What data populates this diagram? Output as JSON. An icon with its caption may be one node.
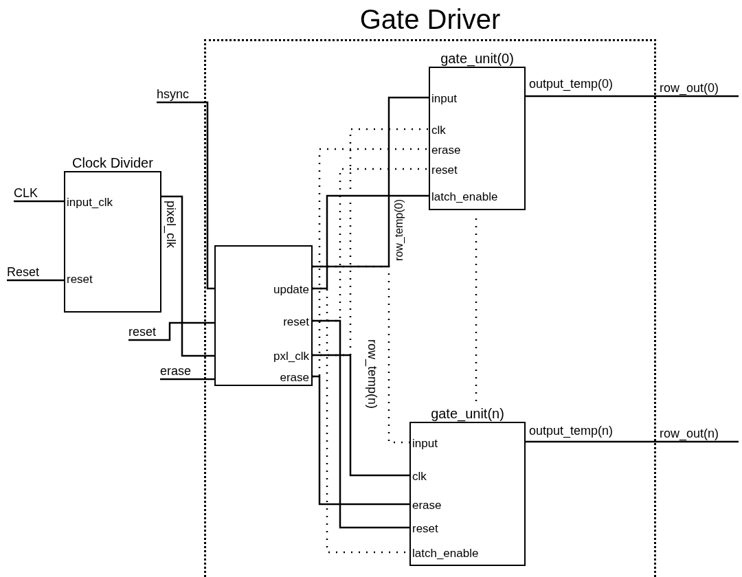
{
  "diagram": {
    "nodes": [
      {
        "text": [
          "Gate Driver"
        ]
      },
      {
        "text": [
          "Clock Divider",
          "input_clk",
          "reset"
        ]
      },
      {
        "text": [
          "update",
          "reset",
          "pxl_clk",
          "erase"
        ],
        "in": 0
      },
      {
        "text": [
          "gate_unit(0)",
          "input",
          "clk",
          "erase",
          "reset",
          "latch_enable"
        ],
        "in": 0
      },
      {
        "text": [
          "gate_unit(n)",
          "input",
          "clk",
          "erase",
          "reset",
          "latch_enable"
        ],
        "in": 0
      },
      {
        "text": [
          "CLK"
        ]
      },
      {
        "text": [
          "Reset"
        ]
      },
      {
        "text": [
          "hsync"
        ]
      },
      {
        "text": [
          "reset"
        ]
      },
      {
        "text": [
          "erase"
        ]
      },
      {
        "text": [
          "row_out(0)"
        ]
      },
      {
        "text": [
          "row_out(n)"
        ]
      }
    ],
    "edges": [
      {
        "from": 5,
        "to": 1,
        "arrow": "none"
      },
      {
        "from": 6,
        "to": 1,
        "arrow": "none"
      },
      {
        "from": 1,
        "to": 2,
        "arrow": "none",
        "label": "pixel_clk"
      },
      {
        "from": 7,
        "to": 2,
        "arrow": "none"
      },
      {
        "from": 8,
        "to": 2,
        "arrow": "none"
      },
      {
        "from": 9,
        "to": 2,
        "arrow": "none"
      },
      {
        "from": 2,
        "to": 3,
        "arrow": "none",
        "label": "row_temp(0)"
      },
      {
        "from": 2,
        "to": 4,
        "arrow": "none",
        "label": "row_temp(n)",
        "style": "dashed"
      },
      {
        "from": 2,
        "to": 3,
        "arrow": "none"
      },
      {
        "from": 2,
        "to": 4,
        "arrow": "none",
        "style": "dashed"
      },
      {
        "from": 2,
        "to": 3,
        "arrow": "none",
        "style": "dashed"
      },
      {
        "from": 2,
        "to": 4,
        "arrow": "none"
      },
      {
        "from": 2,
        "to": 3,
        "arrow": "none",
        "style": "dashed"
      },
      {
        "from": 2,
        "to": 4,
        "arrow": "none"
      },
      {
        "from": 2,
        "to": 3,
        "arrow": "none",
        "style": "dashed"
      },
      {
        "from": 2,
        "to": 4,
        "arrow": "none"
      },
      {
        "from": 3,
        "to": 10,
        "arrow": "none",
        "label": "output_temp(0)"
      },
      {
        "from": 4,
        "to": 11,
        "arrow": "none",
        "label": "output_temp(n)"
      }
    ]
  }
}
